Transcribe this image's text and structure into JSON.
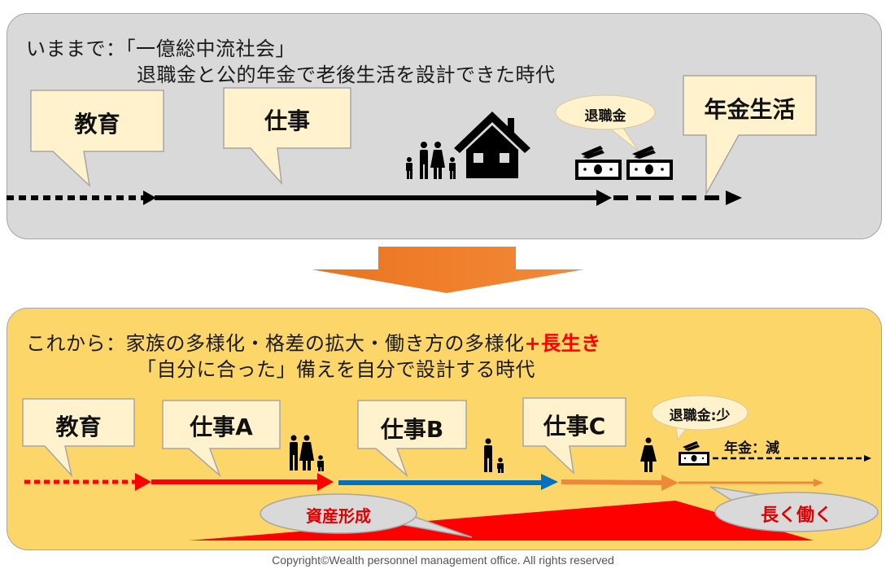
{
  "past": {
    "heading_line1": "いままで：「一億総中流社会」",
    "heading_line2": "退職金と公的年金で老後生活を設計できた時代",
    "stages": [
      {
        "label": "教育"
      },
      {
        "label": "仕事"
      },
      {
        "label": "年金生活"
      }
    ],
    "severance_bubble": "退職金",
    "icons": [
      "family-icon",
      "house-icon",
      "money-icon",
      "money-icon"
    ]
  },
  "transition_arrow": {
    "icon": "down-arrow-icon",
    "color": "#f07f2b"
  },
  "future": {
    "heading_line1": "これから：家族の多様化・格差の拡大・働き方の多様化",
    "heading_line1_emphasis": "+長生き",
    "heading_line2": "「自分に合った」備えを自分で設計する時代",
    "stages": [
      {
        "label": "教育"
      },
      {
        "label": "仕事A"
      },
      {
        "label": "仕事B"
      },
      {
        "label": "仕事C"
      }
    ],
    "severance_bubble": "退職金:少",
    "pension_label": "年金：減",
    "asset_bubble": "資産形成",
    "long_work_bubble": "長く働く",
    "icons": [
      "couple-with-child-icon",
      "parent-with-child-icon",
      "single-person-icon",
      "money-icon"
    ]
  },
  "colors": {
    "past_panel": "#d9d9d9",
    "future_panel": "#fcd669",
    "callout_fill": "#fff2cc",
    "red": "#ff0000",
    "blue": "#0070c0",
    "orange": "#ed8a3a",
    "gray_bubble": "#d9d9d9"
  },
  "copyright": "Copyright©Wealth personnel management office. All rights reserved"
}
